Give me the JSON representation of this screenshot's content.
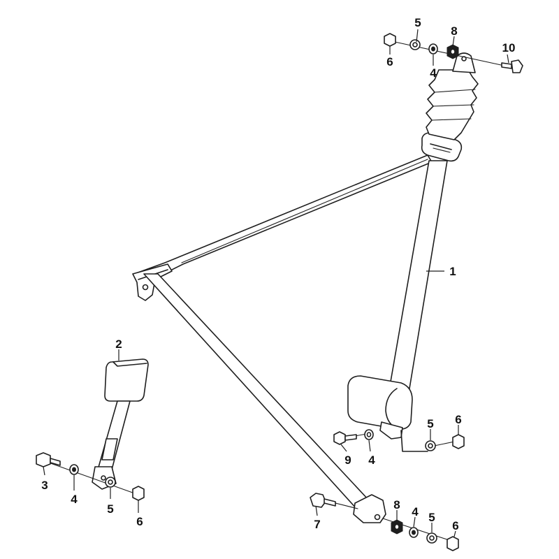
{
  "callouts": {
    "c1": "1",
    "c2": "2",
    "c3": "3",
    "c4_top": "4",
    "c4_mid": "4",
    "c4_left": "4",
    "c4_bottom": "4",
    "c5_top": "5",
    "c5_mid": "5",
    "c5_left": "5",
    "c5_bottom": "5",
    "c6_top": "6",
    "c6_mid": "6",
    "c6_left": "6",
    "c6_bottom": "6",
    "c7": "7",
    "c8_top": "8",
    "c8_bottom": "8",
    "c9": "9",
    "c10": "10"
  }
}
